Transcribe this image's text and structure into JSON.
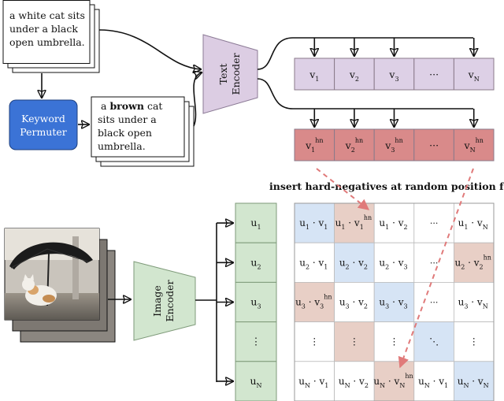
{
  "caption_top": {
    "lines": [
      "a white cat sits",
      "under a black",
      "open umbrella."
    ]
  },
  "permuter": {
    "lines": [
      "Keyword",
      "Permuter"
    ],
    "color": "#3b73d6"
  },
  "caption_permuted": {
    "line1_prefix": "a",
    "line1_bold": "brown",
    "line1_suffix": "cat",
    "lines_rest": [
      "sits under a",
      "black open",
      "umbrella."
    ]
  },
  "text_encoder": {
    "lines": [
      "Text",
      "Encoder"
    ],
    "color": "#dccde3"
  },
  "image_encoder": {
    "lines": [
      "Image",
      "Encoder"
    ],
    "color": "#d2e6cf"
  },
  "text_vectors": {
    "color": "#ddd0e6",
    "cells": [
      {
        "base": "v",
        "sub": "1"
      },
      {
        "base": "v",
        "sub": "2"
      },
      {
        "base": "v",
        "sub": "3"
      },
      {
        "base": "···",
        "sub": ""
      },
      {
        "base": "v",
        "sub": "N"
      }
    ]
  },
  "hard_negatives": {
    "color": "#d98a8a",
    "sup": "hn",
    "cells": [
      {
        "base": "v",
        "sub": "1"
      },
      {
        "base": "v",
        "sub": "2"
      },
      {
        "base": "v",
        "sub": "3"
      },
      {
        "base": "···",
        "sub": ""
      },
      {
        "base": "v",
        "sub": "N"
      }
    ]
  },
  "insert_note": "insert hard-negatives at random position for u",
  "insert_note_sub": "i",
  "image_vectors": {
    "color": "#d2e6cf",
    "cells": [
      {
        "base": "u",
        "sub": "1"
      },
      {
        "base": "u",
        "sub": "2"
      },
      {
        "base": "u",
        "sub": "3"
      },
      {
        "base": "⋮",
        "sub": ""
      },
      {
        "base": "u",
        "sub": "N"
      }
    ]
  },
  "matrix": {
    "colors": {
      "diag": "#d6e4f5",
      "neg": "#e8cfc6",
      "plain": "#ffffff"
    },
    "rows": [
      [
        {
          "k": "diag",
          "t": "uv",
          "a": "1",
          "b": "1"
        },
        {
          "k": "neg",
          "t": "uvh",
          "a": "1",
          "b": "1"
        },
        {
          "k": "plain",
          "t": "uv",
          "a": "1",
          "b": "2"
        },
        {
          "k": "plain",
          "t": "dots"
        },
        {
          "k": "plain",
          "t": "uv",
          "a": "1",
          "b": "N"
        }
      ],
      [
        {
          "k": "plain",
          "t": "uv",
          "a": "2",
          "b": "1"
        },
        {
          "k": "diag",
          "t": "uv",
          "a": "2",
          "b": "2"
        },
        {
          "k": "plain",
          "t": "uv",
          "a": "2",
          "b": "3"
        },
        {
          "k": "plain",
          "t": "dots"
        },
        {
          "k": "neg",
          "t": "uvh",
          "a": "2",
          "b": "2"
        }
      ],
      [
        {
          "k": "neg",
          "t": "uvh",
          "a": "3",
          "b": "3"
        },
        {
          "k": "plain",
          "t": "uv",
          "a": "3",
          "b": "2"
        },
        {
          "k": "diag",
          "t": "uv",
          "a": "3",
          "b": "3"
        },
        {
          "k": "plain",
          "t": "dots"
        },
        {
          "k": "plain",
          "t": "uv",
          "a": "3",
          "b": "N"
        }
      ],
      [
        {
          "k": "plain",
          "t": "vdots"
        },
        {
          "k": "neg",
          "t": "vdots"
        },
        {
          "k": "plain",
          "t": "vdots"
        },
        {
          "k": "diag",
          "t": "ddots"
        },
        {
          "k": "plain",
          "t": "vdots"
        }
      ],
      [
        {
          "k": "plain",
          "t": "uv",
          "a": "N",
          "b": "1"
        },
        {
          "k": "plain",
          "t": "uv",
          "a": "N",
          "b": "2"
        },
        {
          "k": "neg",
          "t": "uvh",
          "a": "N",
          "b": "N"
        },
        {
          "k": "plain",
          "t": "uv",
          "a": "N",
          "b": "1"
        },
        {
          "k": "diag",
          "t": "uv",
          "a": "N",
          "b": "N"
        }
      ]
    ]
  }
}
